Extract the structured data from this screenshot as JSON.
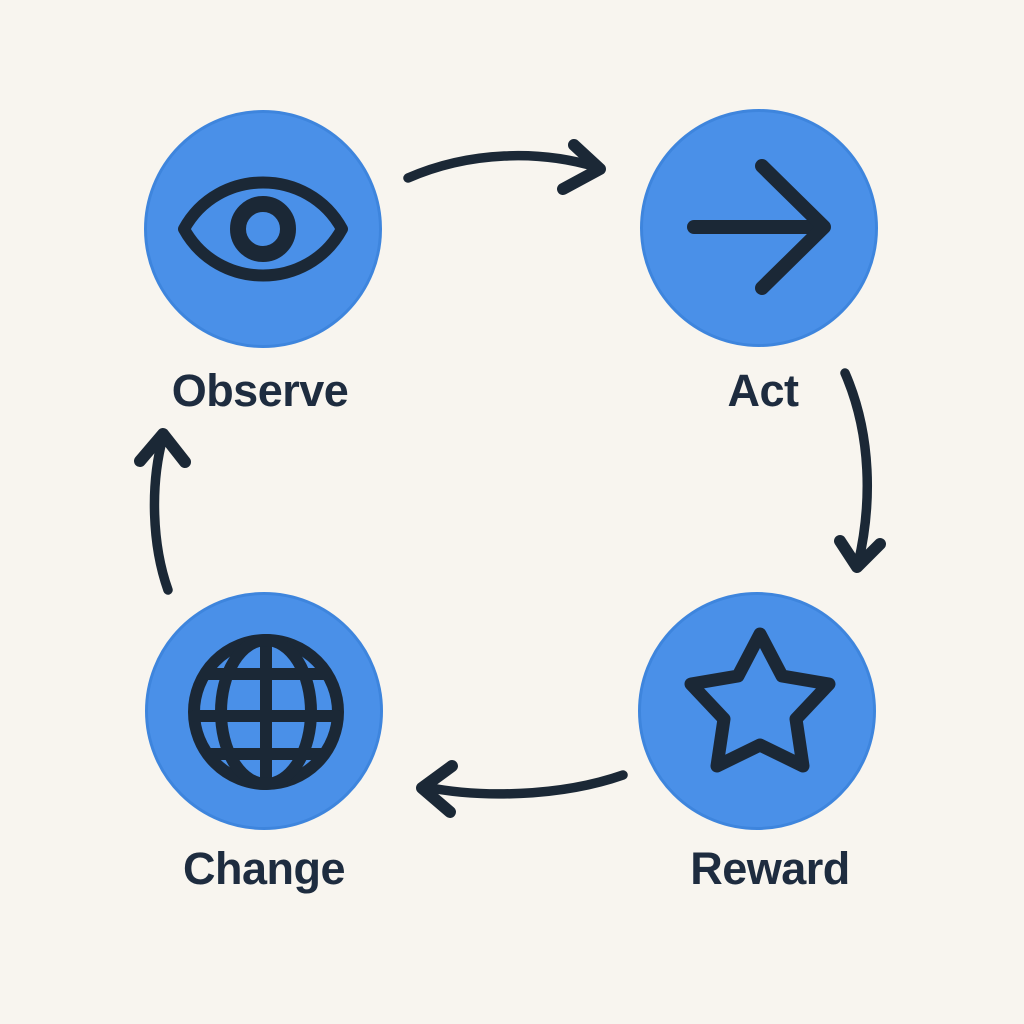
{
  "diagram": {
    "type": "cycle",
    "nodes": [
      {
        "id": "observe",
        "label": "Observe",
        "icon": "eye-icon"
      },
      {
        "id": "act",
        "label": "Act",
        "icon": "arrow-right-icon"
      },
      {
        "id": "reward",
        "label": "Reward",
        "icon": "star-icon"
      },
      {
        "id": "change",
        "label": "Change",
        "icon": "globe-icon"
      }
    ],
    "arrows": [
      {
        "from": "observe",
        "to": "act",
        "direction": "right, bowing up"
      },
      {
        "from": "act",
        "to": "reward",
        "direction": "down, bowing right"
      },
      {
        "from": "reward",
        "to": "change",
        "direction": "left, bowing down"
      },
      {
        "from": "change",
        "to": "observe",
        "direction": "up, bowing left"
      }
    ]
  },
  "colors": {
    "background": "#f8f5ef",
    "node_fill": "#4a90e8",
    "node_edge": "#3e85dd",
    "ink": "#1b2836",
    "label_ink": "#1e2c3f"
  }
}
